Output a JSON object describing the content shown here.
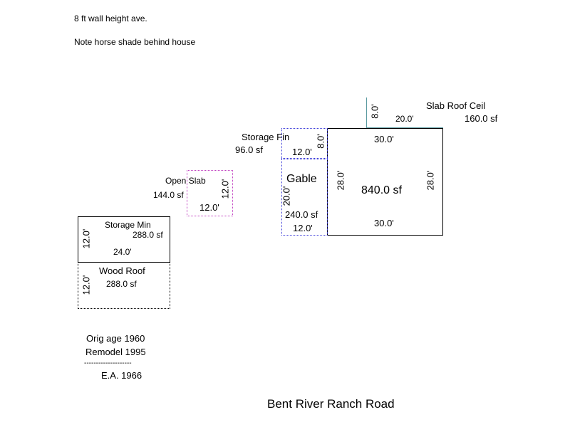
{
  "notes": {
    "wall_height": "8 ft wall height ave.",
    "horse_shade": "Note horse shade behind house"
  },
  "main_house": {
    "area": "840.0 sf",
    "top": "30.0'",
    "bottom": "30.0'",
    "left": "28.0'",
    "right": "28.0'"
  },
  "gable": {
    "label": "Gable",
    "side": "20.0'",
    "area": "240.0 sf",
    "bottom": "12.0'"
  },
  "storage_fin": {
    "label": "Storage Fin",
    "area": "96.0 sf",
    "width": "12.0'",
    "side": "8.0'"
  },
  "slab_roof_ceil": {
    "label": "Slab Roof Ceil",
    "area": "160.0 sf",
    "width": "20.0'",
    "side": "8.0'",
    "color": "#5b9aa0"
  },
  "open_slab": {
    "label": "Open Slab",
    "area": "144.0 sf",
    "side": "12.0'",
    "bottom": "12.0'",
    "color": "#c040c0"
  },
  "storage_min": {
    "label": "Storage Min",
    "area": "288.0 sf",
    "side": "12.0'",
    "bottom": "24.0'"
  },
  "wood_roof": {
    "label": "Wood Roof",
    "area": "288.0 sf",
    "side": "12.0'"
  },
  "age": {
    "orig": "Orig age 1960",
    "remodel": "Remodel 1995",
    "separator": "--------------------",
    "effective": "E.A. 1966"
  },
  "road": "Bent River Ranch Road",
  "colors": {
    "gable_border": "#3a3ad8"
  }
}
